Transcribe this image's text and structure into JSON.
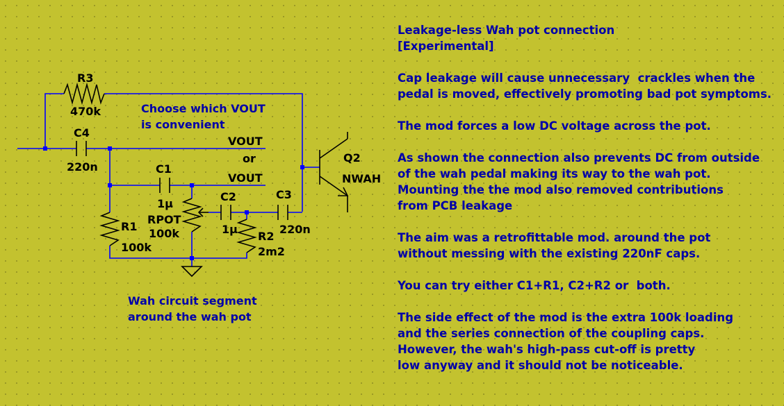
{
  "colors": {
    "background": "#c3c22f",
    "wire": "#0000ff",
    "component": "#000000",
    "note_text": "#0000a8"
  },
  "schematic": {
    "components": {
      "r3": {
        "name": "R3",
        "value": "470k"
      },
      "c4": {
        "name": "C4",
        "value": "220n"
      },
      "c1": {
        "name": "C1",
        "value": "1µ"
      },
      "rpot": {
        "name": "RPOT",
        "value": "100k"
      },
      "r1": {
        "name": "R1",
        "value": "100k"
      },
      "c2": {
        "name": "C2",
        "value": "1µ"
      },
      "r2": {
        "name": "R2",
        "value": "2m2"
      },
      "c3": {
        "name": "C3",
        "value": "220n"
      },
      "q2": {
        "name": "Q2",
        "value": "NWAH"
      }
    },
    "labels": {
      "vout_top": "VOUT",
      "or": "or",
      "vout_bottom": "VOUT"
    },
    "notes": {
      "choose_line1": "Choose which VOUT",
      "choose_line2": "is convenient",
      "segment_line1": "Wah circuit segment",
      "segment_line2": "around the wah pot"
    }
  },
  "description": {
    "title": "Leakage-less Wah pot connection\n[Experimental]",
    "paragraphs": [
      "Cap leakage will cause unnecessary  crackles when the\npedal is moved, effectively promoting bad pot symptoms.",
      "The mod forces a low DC voltage across the pot.",
      "As shown the connection also prevents DC from outside\nof the wah pedal making its way to the wah pot.\nMounting the the mod also removed contributions\nfrom PCB leakage",
      "The aim was a retrofittable mod. around the pot\nwithout messing with the existing 220nF caps.",
      "You can try either C1+R1, C2+R2 or  both.",
      "The side effect of the mod is the extra 100k loading\nand the series connection of the coupling caps.\nHowever, the wah's high-pass cut-off is pretty\nlow anyway and it should not be noticeable."
    ]
  }
}
